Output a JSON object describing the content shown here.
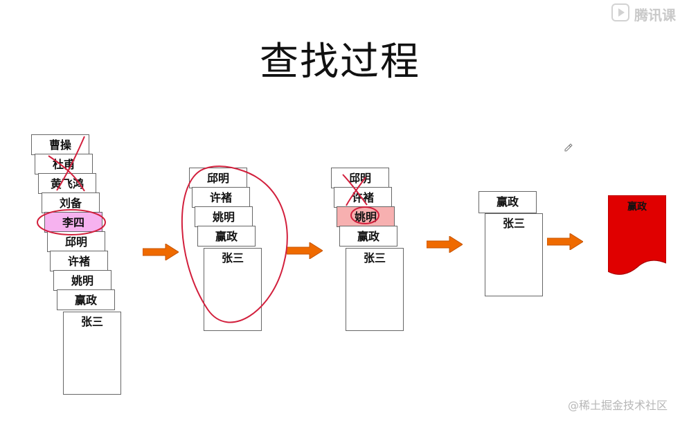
{
  "title": "查找过程",
  "logo": {
    "icon": "play-logo-icon",
    "text": "腾讯课"
  },
  "watermark": "@稀土掘金技术社区",
  "stage1": {
    "cards": [
      "曹操",
      "杜甫",
      "黄飞鸿",
      "刘备",
      "李四",
      "邱明",
      "许褚",
      "姚明",
      "赢政",
      "张三"
    ]
  },
  "stage2": {
    "cards": [
      "邱明",
      "许褚",
      "姚明",
      "赢政",
      "张三"
    ]
  },
  "stage3": {
    "cards": [
      "邱明",
      "许褚",
      "姚明",
      "赢政",
      "张三"
    ]
  },
  "stage4": {
    "cards": [
      "赢政",
      "张三"
    ]
  },
  "stage5": {
    "cards": [
      "赢政"
    ]
  },
  "colors": {
    "arrow": "#ef6a00",
    "red_card": "#e00000",
    "red_mark": "#d21f3c",
    "highlight_pink": "#f6b2ef",
    "highlight_red": "#f7b0b0"
  }
}
